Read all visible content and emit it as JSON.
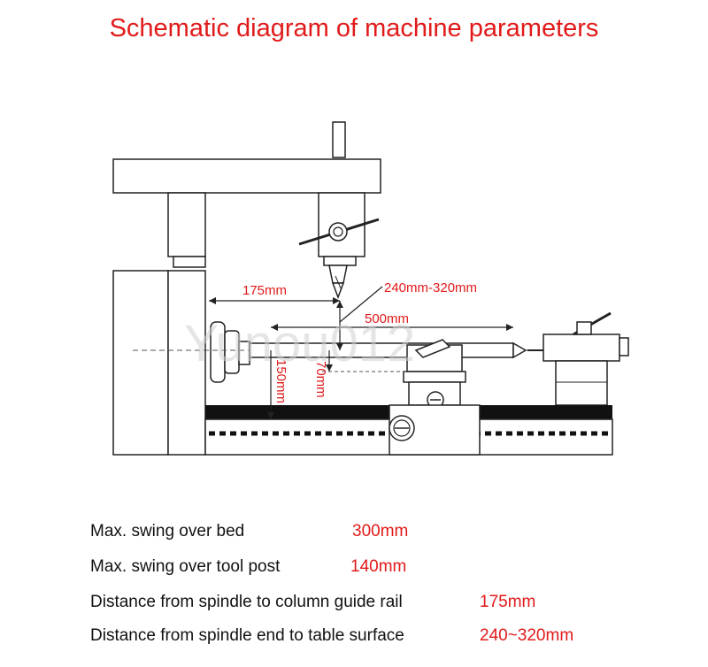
{
  "title": "Schematic diagram of machine parameters",
  "diagram": {
    "dim_spindle_to_rail": "175mm",
    "dim_spindle_to_table": "240mm-320mm",
    "dim_between_centers": "500mm",
    "dim_center_height_bed": "150mm",
    "dim_center_height_post": "70mm",
    "watermark": "Yunou012",
    "colors": {
      "accent": "#e11a1a",
      "line": "#222222",
      "bed": "#111111"
    }
  },
  "specs": [
    {
      "label": "Max. swing over bed",
      "value": "300mm"
    },
    {
      "label": "Max. swing over tool post",
      "value": "140mm"
    },
    {
      "label": "Distance from spindle to column guide rail",
      "value": "175mm"
    },
    {
      "label": "Distance from spindle end to table surface",
      "value": "240~320mm"
    }
  ]
}
